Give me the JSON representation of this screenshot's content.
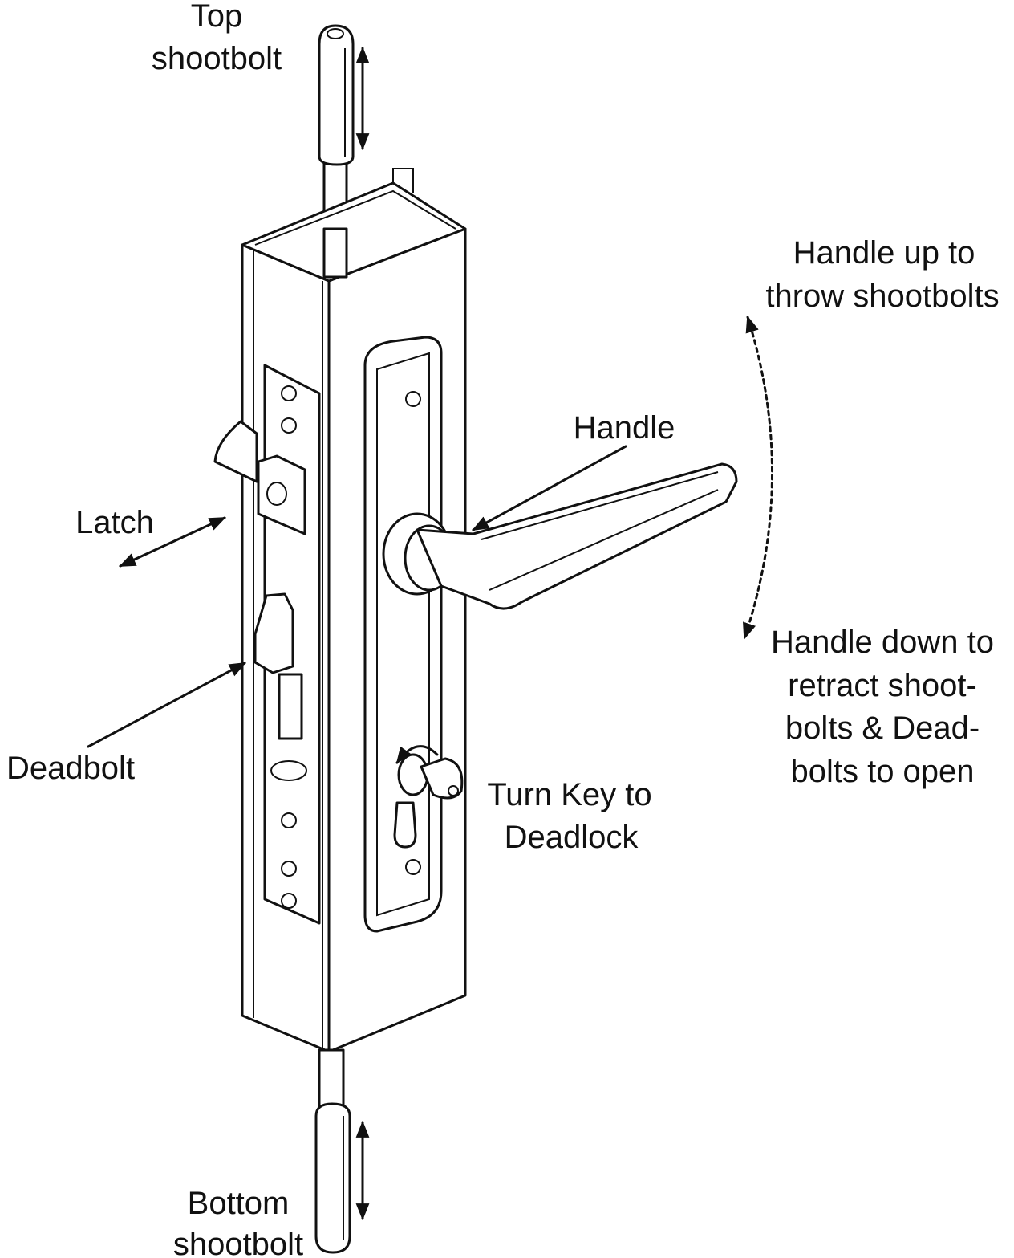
{
  "labels": {
    "top_shootbolt": [
      "Top",
      "shootbolt"
    ],
    "handle_up": [
      "Handle up to",
      "throw shootbolts"
    ],
    "handle": "Handle",
    "latch": "Latch",
    "handle_down": [
      "Handle down to",
      "retract shoot-",
      "bolts & Dead-",
      "bolts to open"
    ],
    "deadbolt": "Deadbolt",
    "turn_key": [
      "Turn Key to",
      "Deadlock"
    ],
    "bottom_shootbolt": [
      "Bottom",
      "shootbolt"
    ]
  }
}
